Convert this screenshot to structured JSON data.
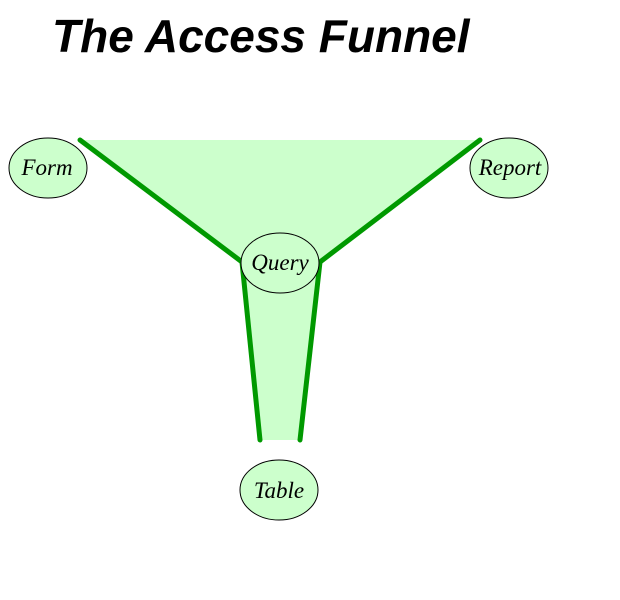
{
  "title": "The Access Funnel",
  "nodes": {
    "form": "Form",
    "report": "Report",
    "query": "Query",
    "table": "Table"
  },
  "colors": {
    "funnel_fill": "#ccffcc",
    "funnel_edge": "#009900",
    "node_fill": "#ccffcc",
    "node_border": "#000000"
  }
}
